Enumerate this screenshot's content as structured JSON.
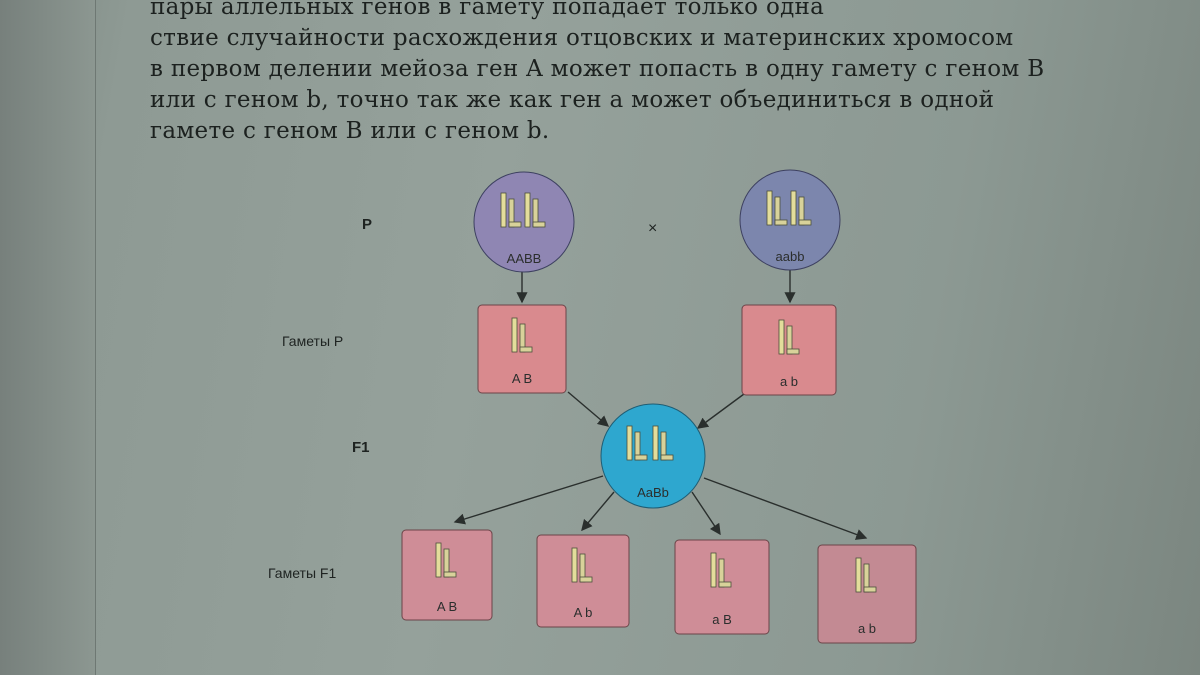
{
  "paragraph": {
    "lines": [
      "пары аллельных генов в гамету попадает только одна",
      "ствие случайности расхождения отцовских и материнских хромосом",
      "в первом делении мейоза ген A может попасть в одну гамету с геном B",
      "или с геном b, точно так же как ген a может объединиться в одной",
      "гамете с геном B или с геном b."
    ]
  },
  "diagram": {
    "row_labels": {
      "p": "P",
      "gametes_p": "Гаметы P",
      "f1": "F1",
      "gametes_f1": "Гаметы F1"
    },
    "cross_symbol": "×",
    "parents": [
      {
        "genotype": "AABB",
        "color": "#8f86b3"
      },
      {
        "genotype": "aabb",
        "color": "#7c86ad"
      }
    ],
    "parent_gametes": [
      {
        "genotype": "A B",
        "color": "#d98a8e"
      },
      {
        "genotype": "a b",
        "color": "#d98a8e"
      }
    ],
    "f1": {
      "genotype": "AaBb",
      "color": "#2ea7cf"
    },
    "f1_gametes": [
      {
        "genotype": "A B",
        "color": "#cf8d97"
      },
      {
        "genotype": "A b",
        "color": "#cf8d97"
      },
      {
        "genotype": "a B",
        "color": "#cf8d97"
      },
      {
        "genotype": "a b",
        "color": "#c38a93"
      }
    ]
  }
}
